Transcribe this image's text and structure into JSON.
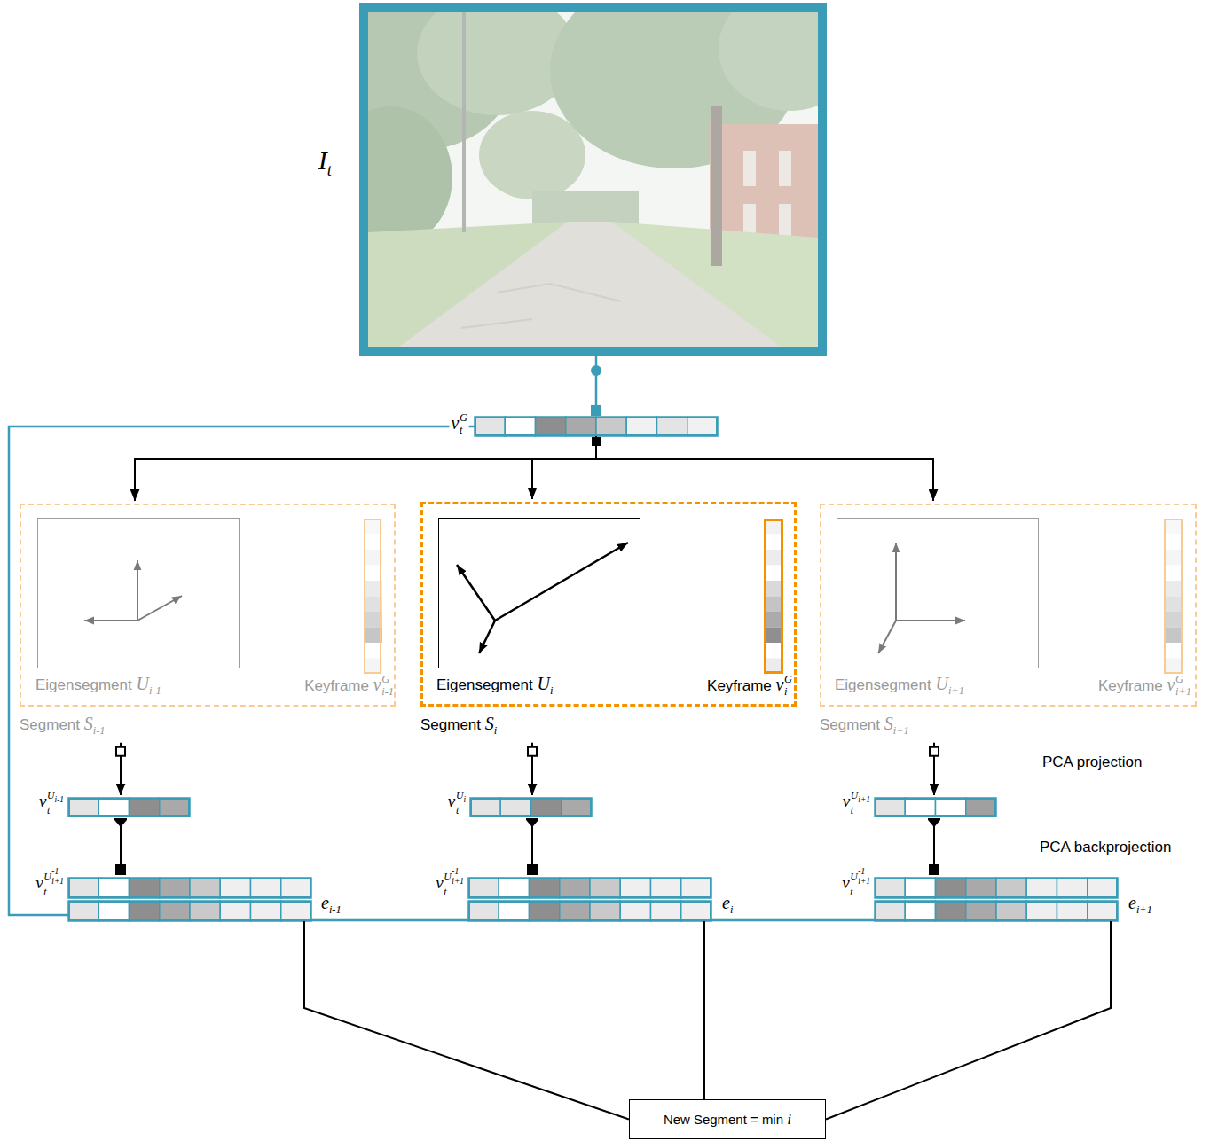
{
  "diagram": {
    "nodes": [
      {
        "text": [
          "I",
          "t"
        ]
      },
      {
        "text": [
          "v",
          "t",
          "G"
        ]
      },
      {
        "text": [
          "Segment",
          "S",
          "i-1"
        ]
      },
      {
        "text": [
          "Eigensegment",
          "U",
          "i-1"
        ],
        "in": 2
      },
      {
        "text": [
          "Keyframe",
          "v",
          "i-1",
          "G"
        ],
        "in": 2
      },
      {
        "text": [
          "Segment",
          "S",
          "i"
        ]
      },
      {
        "text": [
          "Eigensegment",
          "U",
          "i"
        ],
        "in": 5
      },
      {
        "text": [
          "Keyframe",
          "v",
          "i",
          "G"
        ],
        "in": 5
      },
      {
        "text": [
          "Segment",
          "S",
          "i+1"
        ]
      },
      {
        "text": [
          "Eigensegment",
          "U",
          "i+1"
        ],
        "in": 8
      },
      {
        "text": [
          "Keyframe",
          "v",
          "i+1",
          "G"
        ],
        "in": 8
      },
      {
        "text": [
          "v",
          "t",
          "U",
          "i-1"
        ]
      },
      {
        "text": [
          "v",
          "t",
          "U",
          "i"
        ]
      },
      {
        "text": [
          "v",
          "t",
          "U",
          "i+1"
        ]
      },
      {
        "text": [
          "v",
          "t",
          "U",
          "-1",
          "i+1"
        ]
      },
      {
        "text": [
          "v",
          "t",
          "U",
          "-1",
          "i+1"
        ]
      },
      {
        "text": [
          "v",
          "t",
          "U",
          "-1",
          "i+1"
        ]
      },
      {
        "text": [
          "e",
          "i-1"
        ]
      },
      {
        "text": [
          "e",
          "i"
        ]
      },
      {
        "text": [
          "e",
          "i+1"
        ]
      },
      {
        "text": [
          "New Segment = min",
          "i"
        ]
      }
    ],
    "edges": [
      {
        "from": 0,
        "to": 1,
        "arrow": "none"
      },
      {
        "from": 1,
        "to": 2,
        "arrow": "to"
      },
      {
        "from": 1,
        "to": 5,
        "arrow": "to"
      },
      {
        "from": 1,
        "to": 8,
        "arrow": "to"
      },
      {
        "from": 2,
        "to": 11,
        "arrow": "to"
      },
      {
        "from": 5,
        "to": 12,
        "arrow": "to"
      },
      {
        "from": 8,
        "to": 13,
        "arrow": "to"
      },
      {
        "from": 11,
        "to": 14,
        "arrow": "none"
      },
      {
        "from": 12,
        "to": 15,
        "arrow": "none"
      },
      {
        "from": 13,
        "to": 16,
        "arrow": "none"
      },
      {
        "from": 1,
        "to": 17,
        "arrow": "none"
      },
      {
        "from": 17,
        "to": 18,
        "arrow": "none"
      },
      {
        "from": 18,
        "to": 19,
        "arrow": "none"
      },
      {
        "from": 17,
        "to": 20,
        "arrow": "none"
      },
      {
        "from": 18,
        "to": 20,
        "arrow": "none"
      },
      {
        "from": 19,
        "to": 20,
        "arrow": "none"
      }
    ],
    "labels": [
      "PCA projection",
      "PCA backprojection"
    ]
  }
}
